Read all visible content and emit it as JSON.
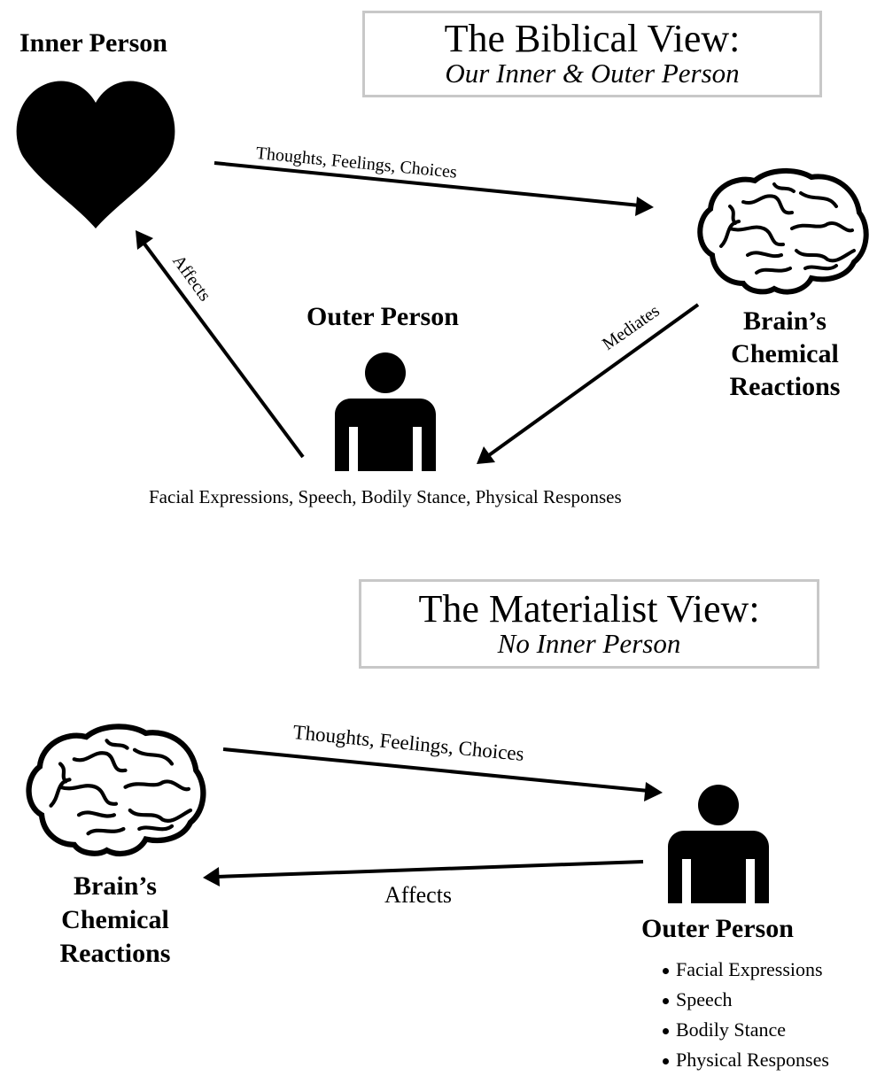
{
  "biblical": {
    "title": "The Biblical View:",
    "subtitle": "Our Inner & Outer Person",
    "inner_person_label": "Inner Person",
    "outer_person_label": "Outer Person",
    "brain_label_line1": "Brain’s",
    "brain_label_line2": "Chemical",
    "brain_label_line3": "Reactions",
    "arrow_heart_to_brain": "Thoughts, Feelings, Choices",
    "arrow_brain_to_person": "Mediates",
    "arrow_person_to_heart": "Affects",
    "outer_person_caption": "Facial Expressions, Speech, Bodily Stance, Physical Responses",
    "icons": [
      "heart-icon",
      "brain-icon",
      "person-icon"
    ]
  },
  "materialist": {
    "title": "The Materialist View:",
    "subtitle": "No Inner Person",
    "brain_label_line1": "Brain’s",
    "brain_label_line2": "Chemical",
    "brain_label_line3": "Reactions",
    "arrow_brain_to_person": "Thoughts, Feelings, Choices",
    "arrow_person_to_brain": "Affects",
    "outer_person_label": "Outer Person",
    "outer_person_items": [
      "Facial Expressions",
      "Speech",
      "Bodily Stance",
      "Physical Responses"
    ],
    "icons": [
      "brain-icon",
      "person-icon"
    ]
  }
}
